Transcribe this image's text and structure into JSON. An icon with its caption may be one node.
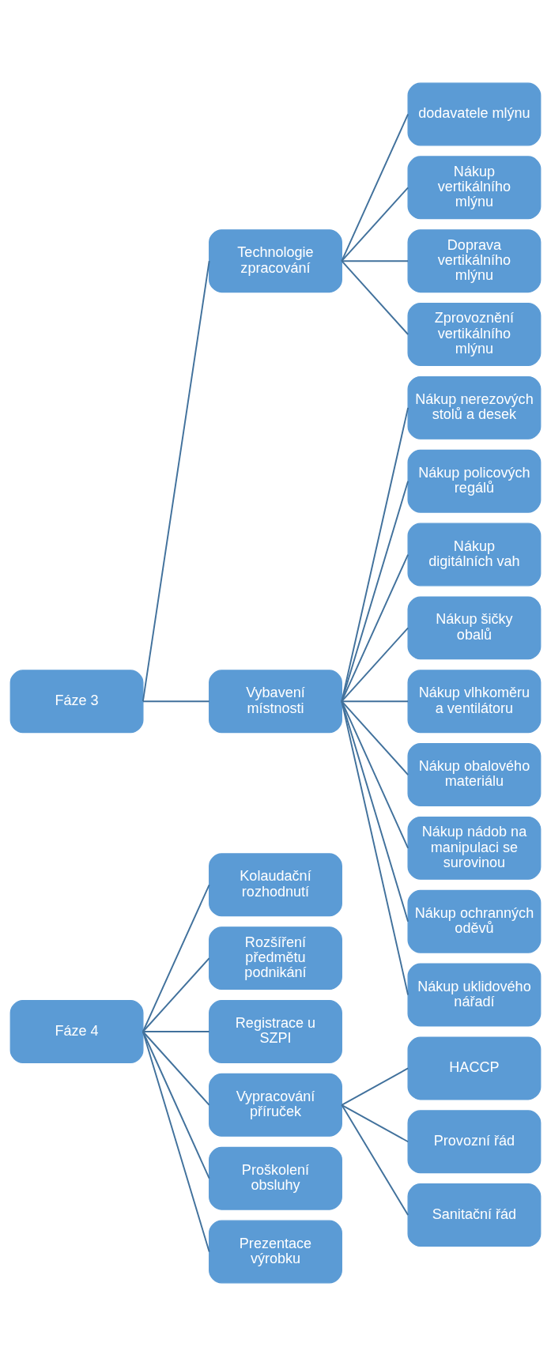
{
  "diagram": {
    "nodes": [
      {
        "text": [
          "Fáze 3"
        ]
      },
      {
        "text": [
          "Technologie zpracování"
        ]
      },
      {
        "text": [
          "dodavatele mlýnu"
        ]
      },
      {
        "text": [
          "Nákup vertikálního mlýnu"
        ]
      },
      {
        "text": [
          "Doprava vertikálního mlýnu"
        ]
      },
      {
        "text": [
          "Zprovoznění vertikálního mlýnu"
        ]
      },
      {
        "text": [
          "Vybavení místnosti"
        ]
      },
      {
        "text": [
          "Nákup nerezových stolů a desek"
        ]
      },
      {
        "text": [
          "Nákup policových regálů"
        ]
      },
      {
        "text": [
          "Nákup digitálních vah"
        ]
      },
      {
        "text": [
          "Nákup šičky obalů"
        ]
      },
      {
        "text": [
          "Nákup vlhkoměru a ventilátoru"
        ]
      },
      {
        "text": [
          "Nákup obalového materiálu"
        ]
      },
      {
        "text": [
          "Nákup nádob na manipulaci se surovinou"
        ]
      },
      {
        "text": [
          "Nákup ochranných oděvů"
        ]
      },
      {
        "text": [
          "Nákup uklidového nářadí"
        ]
      },
      {
        "text": [
          "Fáze 4"
        ]
      },
      {
        "text": [
          "Kolaudační rozhodnutí"
        ]
      },
      {
        "text": [
          "Rozšíření předmětu podnikání"
        ]
      },
      {
        "text": [
          "Registrace u SZPI"
        ]
      },
      {
        "text": [
          "Vypracování příruček"
        ]
      },
      {
        "text": [
          "HACCP"
        ]
      },
      {
        "text": [
          "Provozní řád"
        ]
      },
      {
        "text": [
          "Sanitační řád"
        ]
      },
      {
        "text": [
          "Proškolení obsluhy"
        ]
      },
      {
        "text": [
          "Prezentace výrobku"
        ]
      }
    ],
    "edges": [
      {
        "from": 0,
        "to": 1,
        "arrow": "none"
      },
      {
        "from": 1,
        "to": 2,
        "arrow": "none"
      },
      {
        "from": 1,
        "to": 3,
        "arrow": "none"
      },
      {
        "from": 1,
        "to": 4,
        "arrow": "none"
      },
      {
        "from": 1,
        "to": 5,
        "arrow": "none"
      },
      {
        "from": 0,
        "to": 6,
        "arrow": "none"
      },
      {
        "from": 6,
        "to": 7,
        "arrow": "none"
      },
      {
        "from": 6,
        "to": 8,
        "arrow": "none"
      },
      {
        "from": 6,
        "to": 9,
        "arrow": "none"
      },
      {
        "from": 6,
        "to": 10,
        "arrow": "none"
      },
      {
        "from": 6,
        "to": 11,
        "arrow": "none"
      },
      {
        "from": 6,
        "to": 12,
        "arrow": "none"
      },
      {
        "from": 6,
        "to": 13,
        "arrow": "none"
      },
      {
        "from": 6,
        "to": 14,
        "arrow": "none"
      },
      {
        "from": 6,
        "to": 15,
        "arrow": "none"
      },
      {
        "from": 16,
        "to": 17,
        "arrow": "none"
      },
      {
        "from": 16,
        "to": 18,
        "arrow": "none"
      },
      {
        "from": 16,
        "to": 19,
        "arrow": "none"
      },
      {
        "from": 16,
        "to": 20,
        "arrow": "none"
      },
      {
        "from": 20,
        "to": 21,
        "arrow": "none"
      },
      {
        "from": 20,
        "to": 22,
        "arrow": "none"
      },
      {
        "from": 20,
        "to": 23,
        "arrow": "none"
      },
      {
        "from": 16,
        "to": 24,
        "arrow": "none"
      },
      {
        "from": 16,
        "to": 25,
        "arrow": "none"
      }
    ]
  }
}
